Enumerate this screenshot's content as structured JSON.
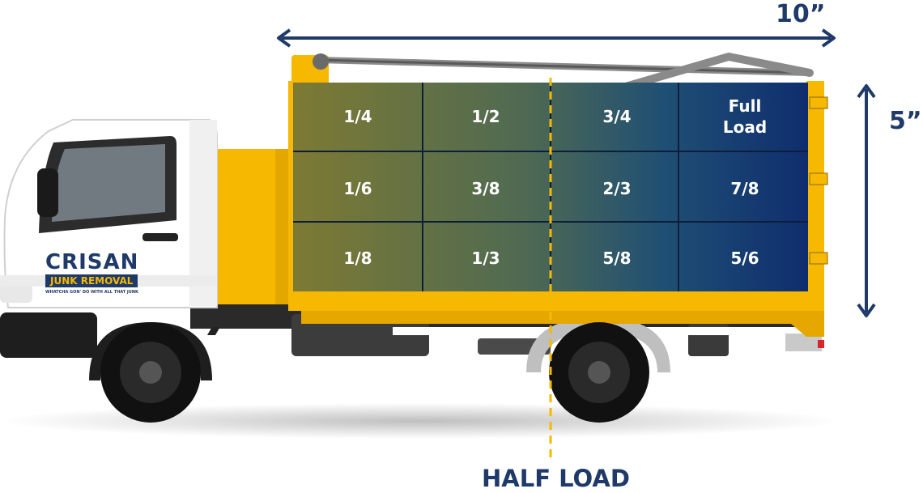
{
  "dimensions": {
    "length_label": "10”",
    "height_label": "5”"
  },
  "truck": {
    "brand": "CRISAN",
    "sub_brand": "JUNK REMOVAL",
    "tagline": "WHATCHA GON' DO WITH ALL THAT JUNK"
  },
  "grid": {
    "rows": [
      [
        "1/4",
        "1/2",
        "3/4",
        "Full\nLoad"
      ],
      [
        "1/6",
        "3/8",
        "2/3",
        "7/8"
      ],
      [
        "1/8",
        "1/3",
        "5/8",
        "5/6"
      ]
    ]
  },
  "half_load_label": "HALF LOAD",
  "colors": {
    "accent_navy": "#1f3a68",
    "truck_yellow": "#f6b800",
    "half_line": "#f6b800"
  }
}
